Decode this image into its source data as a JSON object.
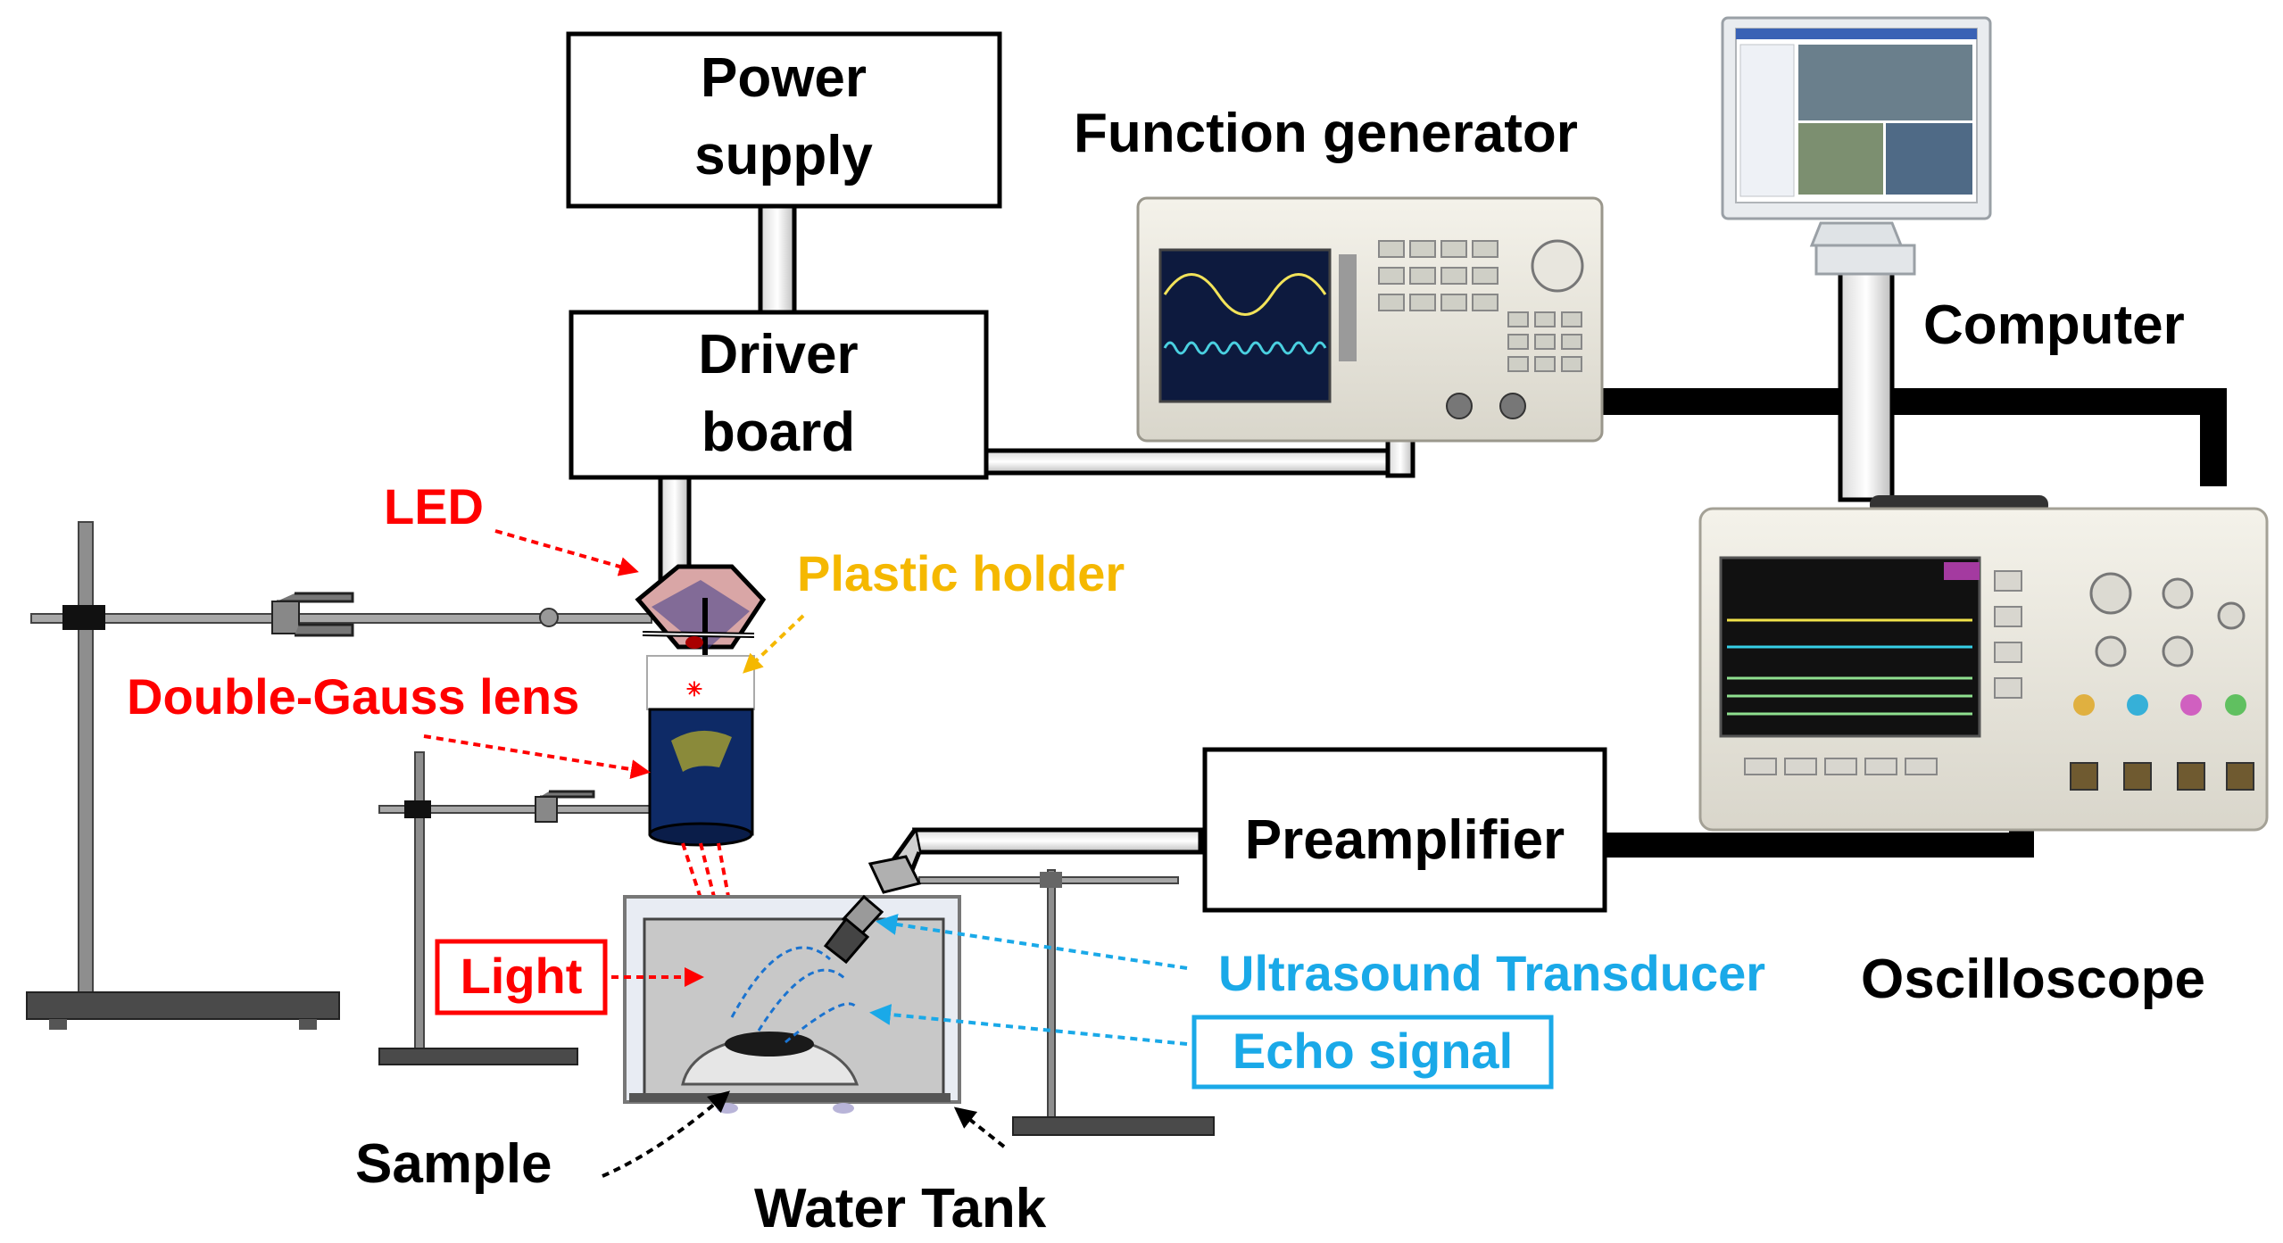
{
  "boxes": {
    "power_supply": [
      "Power",
      "supply"
    ],
    "driver_board": [
      "Driver",
      "board"
    ],
    "preamplifier": "Preamplifier"
  },
  "labels": {
    "function_generator": "Function generator",
    "computer": "Computer",
    "oscilloscope": "Oscilloscope",
    "led": "LED",
    "plastic_holder": "Plastic holder",
    "double_gauss_lens": "Double-Gauss lens",
    "light": "Light",
    "ultrasound_transducer": "Ultrasound Transducer",
    "echo_signal": "Echo signal",
    "sample": "Sample",
    "water_tank": "Water Tank"
  },
  "colors": {
    "black": "#000000",
    "red": "#ff0000",
    "amber": "#f5b800",
    "cyan": "#1aa9e8",
    "lens_blue": "#0e2a66",
    "water_gray": "#c8c8c8"
  },
  "icons": {
    "function_generator": "function-generator-instrument-icon",
    "computer": "monitor-icon",
    "oscilloscope": "oscilloscope-instrument-icon",
    "stand": "lab-stand-icon"
  }
}
